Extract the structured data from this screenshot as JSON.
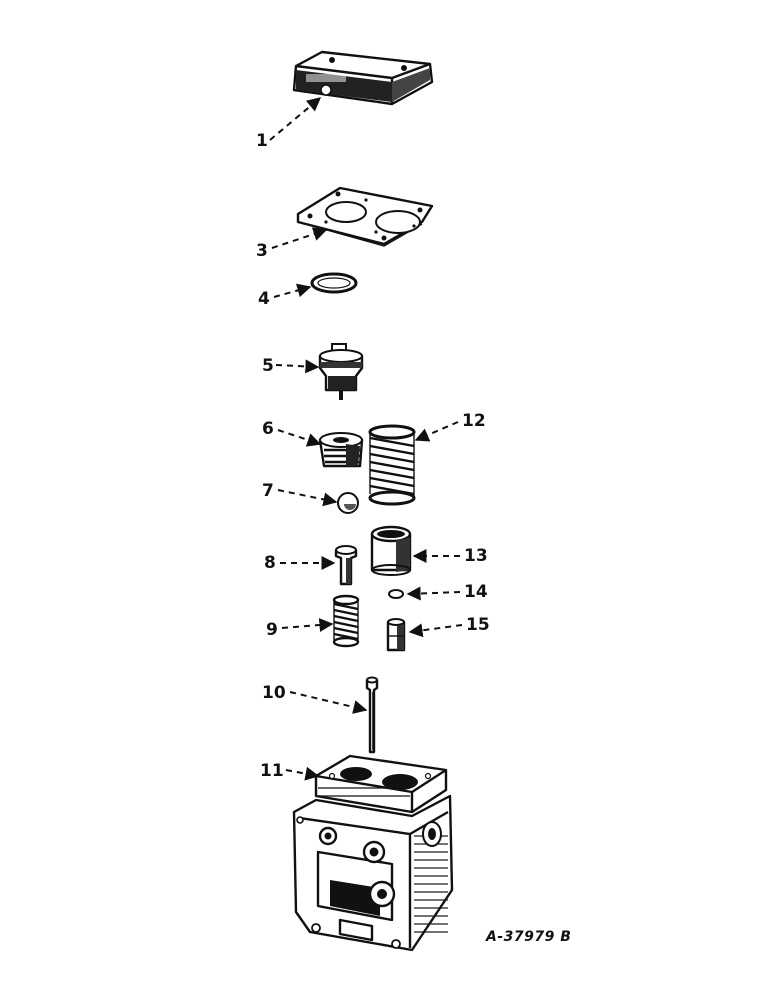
{
  "callouts": {
    "c1": "1",
    "c3": "3",
    "c4": "4",
    "c5": "5",
    "c6": "6",
    "c7": "7",
    "c8": "8",
    "c9": "9",
    "c10": "10",
    "c11": "11",
    "c12": "12",
    "c13": "13",
    "c14": "14",
    "c15": "15"
  },
  "drawing_number": "A-37979 B",
  "colors": {
    "ink": "#111111",
    "paper": "#ffffff"
  }
}
